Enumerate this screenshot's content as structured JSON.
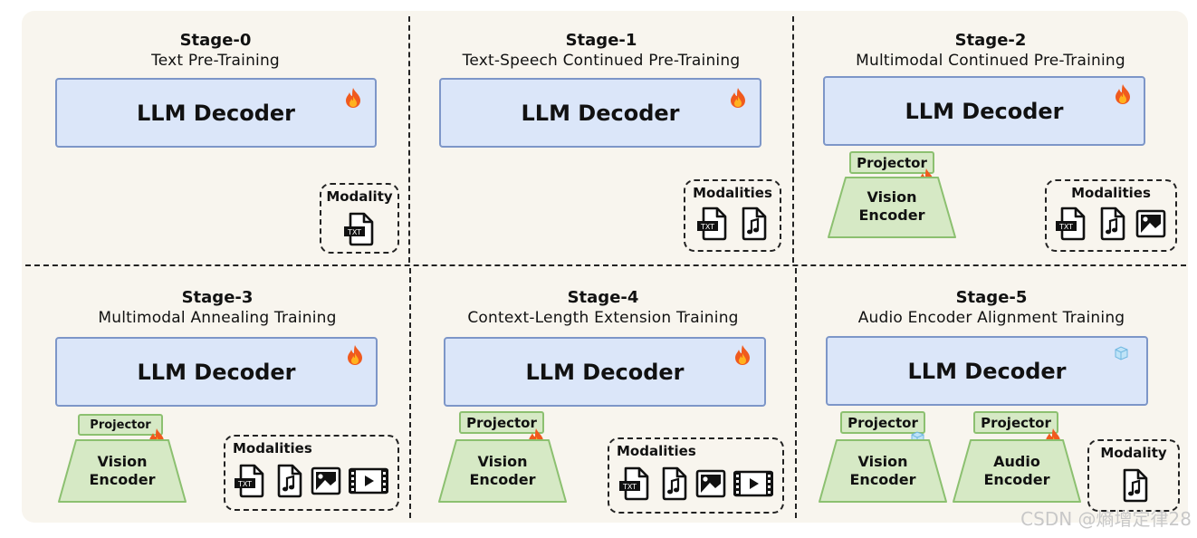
{
  "stages": [
    {
      "name": "Stage-0",
      "subtitle": "Text Pre-Training",
      "decoder": "LLM Decoder",
      "modality_label": "Modality"
    },
    {
      "name": "Stage-1",
      "subtitle": "Text-Speech Continued Pre-Training",
      "decoder": "LLM Decoder",
      "modality_label": "Modalities"
    },
    {
      "name": "Stage-2",
      "subtitle": "Multimodal Continued Pre-Training",
      "decoder": "LLM Decoder",
      "projector": "Projector",
      "encoder": "Vision Encoder",
      "modality_label": "Modalities"
    },
    {
      "name": "Stage-3",
      "subtitle": "Multimodal Annealing Training",
      "decoder": "LLM Decoder",
      "projector": "Projector",
      "encoder": "Vision Encoder",
      "modality_label": "Modalities"
    },
    {
      "name": "Stage-4",
      "subtitle": "Context-Length Extension Training",
      "decoder": "LLM Decoder",
      "projector": "Projector",
      "encoder": "Vision Encoder",
      "modality_label": "Modalities"
    },
    {
      "name": "Stage-5",
      "subtitle": "Audio Encoder Alignment Training",
      "decoder": "LLM Decoder",
      "projector": "Projector",
      "encoder": "Vision Encoder",
      "projector2": "Projector",
      "encoder2": "Audio Encoder",
      "modality_label": "Modality"
    }
  ],
  "txt_icon_text": "TXT",
  "icons": {
    "trainable": "flame-icon",
    "frozen": "ice-cube-icon",
    "text": "text-file-icon",
    "audio": "music-file-icon",
    "image": "image-icon",
    "video": "video-icon"
  },
  "colors": {
    "decoder_fill": "#dbe6f9",
    "decoder_border": "#7d96c8",
    "encoder_fill": "#d6e9c5",
    "encoder_border": "#8cc070",
    "flame": "#f05a1e"
  },
  "watermark": "CSDN @熵增定律28"
}
